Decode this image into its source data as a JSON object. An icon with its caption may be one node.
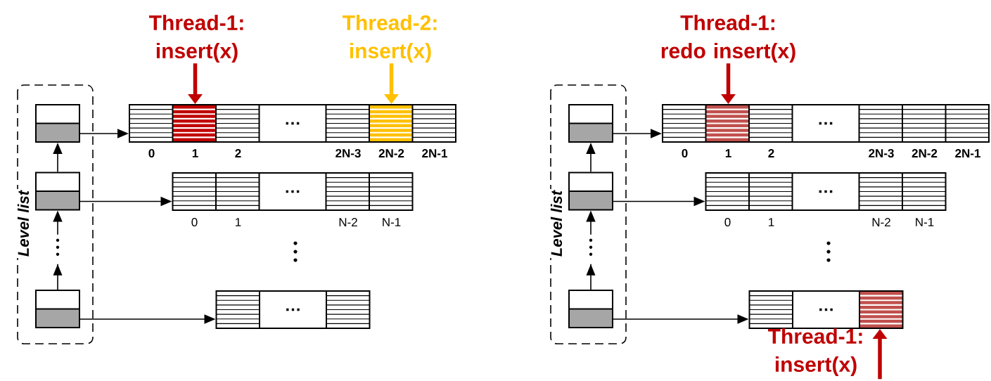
{
  "diagram": {
    "nodes": [
      {
        "text": [
          "Level list"
        ]
      },
      {
        "text": [],
        "shape": "box",
        "in": 0
      },
      {
        "text": [],
        "shape": "box",
        "in": 0
      },
      {
        "text": [],
        "shape": "box",
        "in": 0
      },
      {
        "text": [
          "…"
        ]
      },
      {
        "text": [
          "…"
        ]
      },
      {
        "text": [
          "…"
        ]
      },
      {
        "text": [
          "Thread-1: insert(x)"
        ]
      },
      {
        "text": [
          "Thread-2: insert(x)"
        ]
      },
      {
        "text": [
          "Level list"
        ]
      },
      {
        "text": [],
        "shape": "box",
        "in": 9
      },
      {
        "text": [],
        "shape": "box",
        "in": 9
      },
      {
        "text": [],
        "shape": "box",
        "in": 9
      },
      {
        "text": [
          "…"
        ]
      },
      {
        "text": [
          "…"
        ]
      },
      {
        "text": [
          "…"
        ]
      },
      {
        "text": [
          "Thread-1: redo insert(x)"
        ]
      },
      {
        "text": [
          "Thread-1: insert(x)"
        ]
      }
    ],
    "edges": [
      {
        "from": 3,
        "to": 2,
        "arrow": "to"
      },
      {
        "from": 2,
        "to": 1,
        "arrow": "to"
      },
      {
        "from": 1,
        "to": 4,
        "arrow": "to"
      },
      {
        "from": 2,
        "to": 5,
        "arrow": "to"
      },
      {
        "from": 3,
        "to": 6,
        "arrow": "to"
      },
      {
        "from": 7,
        "to": 4,
        "arrow": "to",
        "style": "thick",
        "color": "#c00000"
      },
      {
        "from": 8,
        "to": 4,
        "arrow": "to",
        "style": "thick",
        "color": "#ffc000"
      },
      {
        "from": 12,
        "to": 11,
        "arrow": "to"
      },
      {
        "from": 11,
        "to": 10,
        "arrow": "to"
      },
      {
        "from": 10,
        "to": 13,
        "arrow": "to"
      },
      {
        "from": 11,
        "to": 14,
        "arrow": "to"
      },
      {
        "from": 12,
        "to": 15,
        "arrow": "to"
      },
      {
        "from": 16,
        "to": 13,
        "arrow": "to",
        "style": "thick",
        "color": "#c00000"
      },
      {
        "from": 17,
        "to": 15,
        "arrow": "to",
        "style": "thick",
        "color": "#c00000"
      }
    ],
    "labels": [
      "0",
      "1",
      "2",
      "2N-3",
      "2N-2",
      "2N-1",
      "0",
      "1",
      "N-2",
      "N-1",
      "0",
      "1",
      "2",
      "2N-3",
      "2N-2",
      "2N-1",
      "0",
      "1",
      "N-2",
      "N-1"
    ]
  }
}
